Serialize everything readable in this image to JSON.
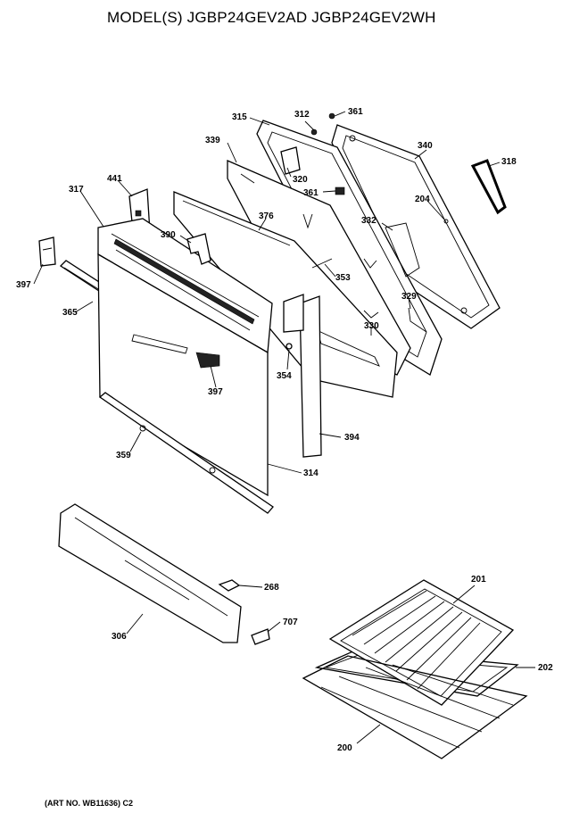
{
  "header": {
    "title": "MODEL(S) JGBP24GEV2AD  JGBP24GEV2WH"
  },
  "footer": {
    "art_number": "(ART NO. WB11636) C2"
  },
  "part_labels": {
    "p315": "315",
    "p312": "312",
    "p361a": "361",
    "p340": "340",
    "p318": "318",
    "p339": "339",
    "p320": "320",
    "p361b": "361",
    "p204": "204",
    "p441": "441",
    "p317": "317",
    "p376": "376",
    "p332": "332",
    "p390": "390",
    "p353": "353",
    "p397a": "397",
    "p329": "329",
    "p365": "365",
    "p330": "330",
    "p354": "354",
    "p397b": "397",
    "p394": "394",
    "p359": "359",
    "p314": "314",
    "p201": "201",
    "p268": "268",
    "p707": "707",
    "p306": "306",
    "p202": "202",
    "p200": "200"
  }
}
